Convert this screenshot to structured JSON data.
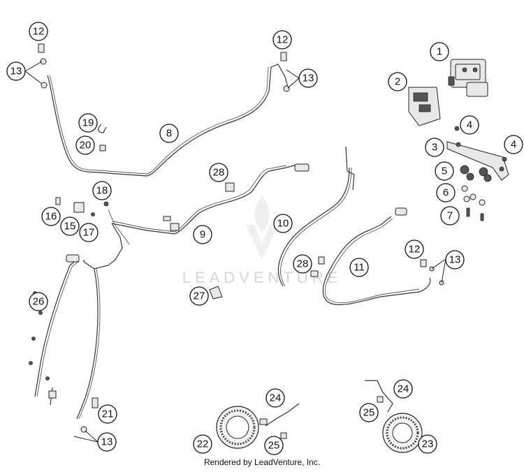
{
  "watermark": {
    "text": "LEADVENTURE"
  },
  "footer": {
    "text": "Rendered by LeadVenture, Inc."
  },
  "callouts": [
    "12",
    "13",
    "12",
    "13",
    "1",
    "2",
    "19",
    "20",
    "8",
    "4",
    "3",
    "4",
    "5",
    "6",
    "7",
    "28",
    "18",
    "16",
    "15",
    "17",
    "9",
    "10",
    "12",
    "13",
    "28",
    "11",
    "26",
    "27",
    "21",
    "13",
    "24",
    "24",
    "25",
    "22",
    "25",
    "23"
  ]
}
